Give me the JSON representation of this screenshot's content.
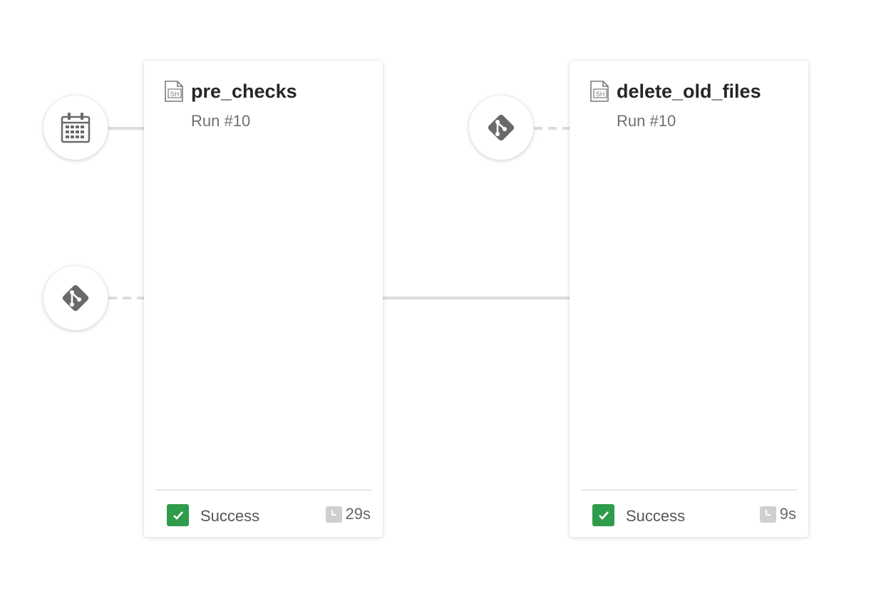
{
  "colors": {
    "success": "#2e9c4b",
    "icon_gray": "#6a6a6a",
    "connector": "#dcdcdc"
  },
  "triggers": [
    {
      "name": "calendar-icon",
      "type": "schedule"
    },
    {
      "name": "git-icon",
      "type": "git"
    },
    {
      "name": "git-icon",
      "type": "git"
    }
  ],
  "jobs": [
    {
      "icon": "sh-file-icon",
      "title": "pre_checks",
      "run": "Run #10",
      "status": "Success",
      "status_icon": "check-icon",
      "duration": "29s"
    },
    {
      "icon": "sh-file-icon",
      "title": "delete_old_files",
      "run": "Run #10",
      "status": "Success",
      "status_icon": "check-icon",
      "duration": "9s"
    }
  ]
}
